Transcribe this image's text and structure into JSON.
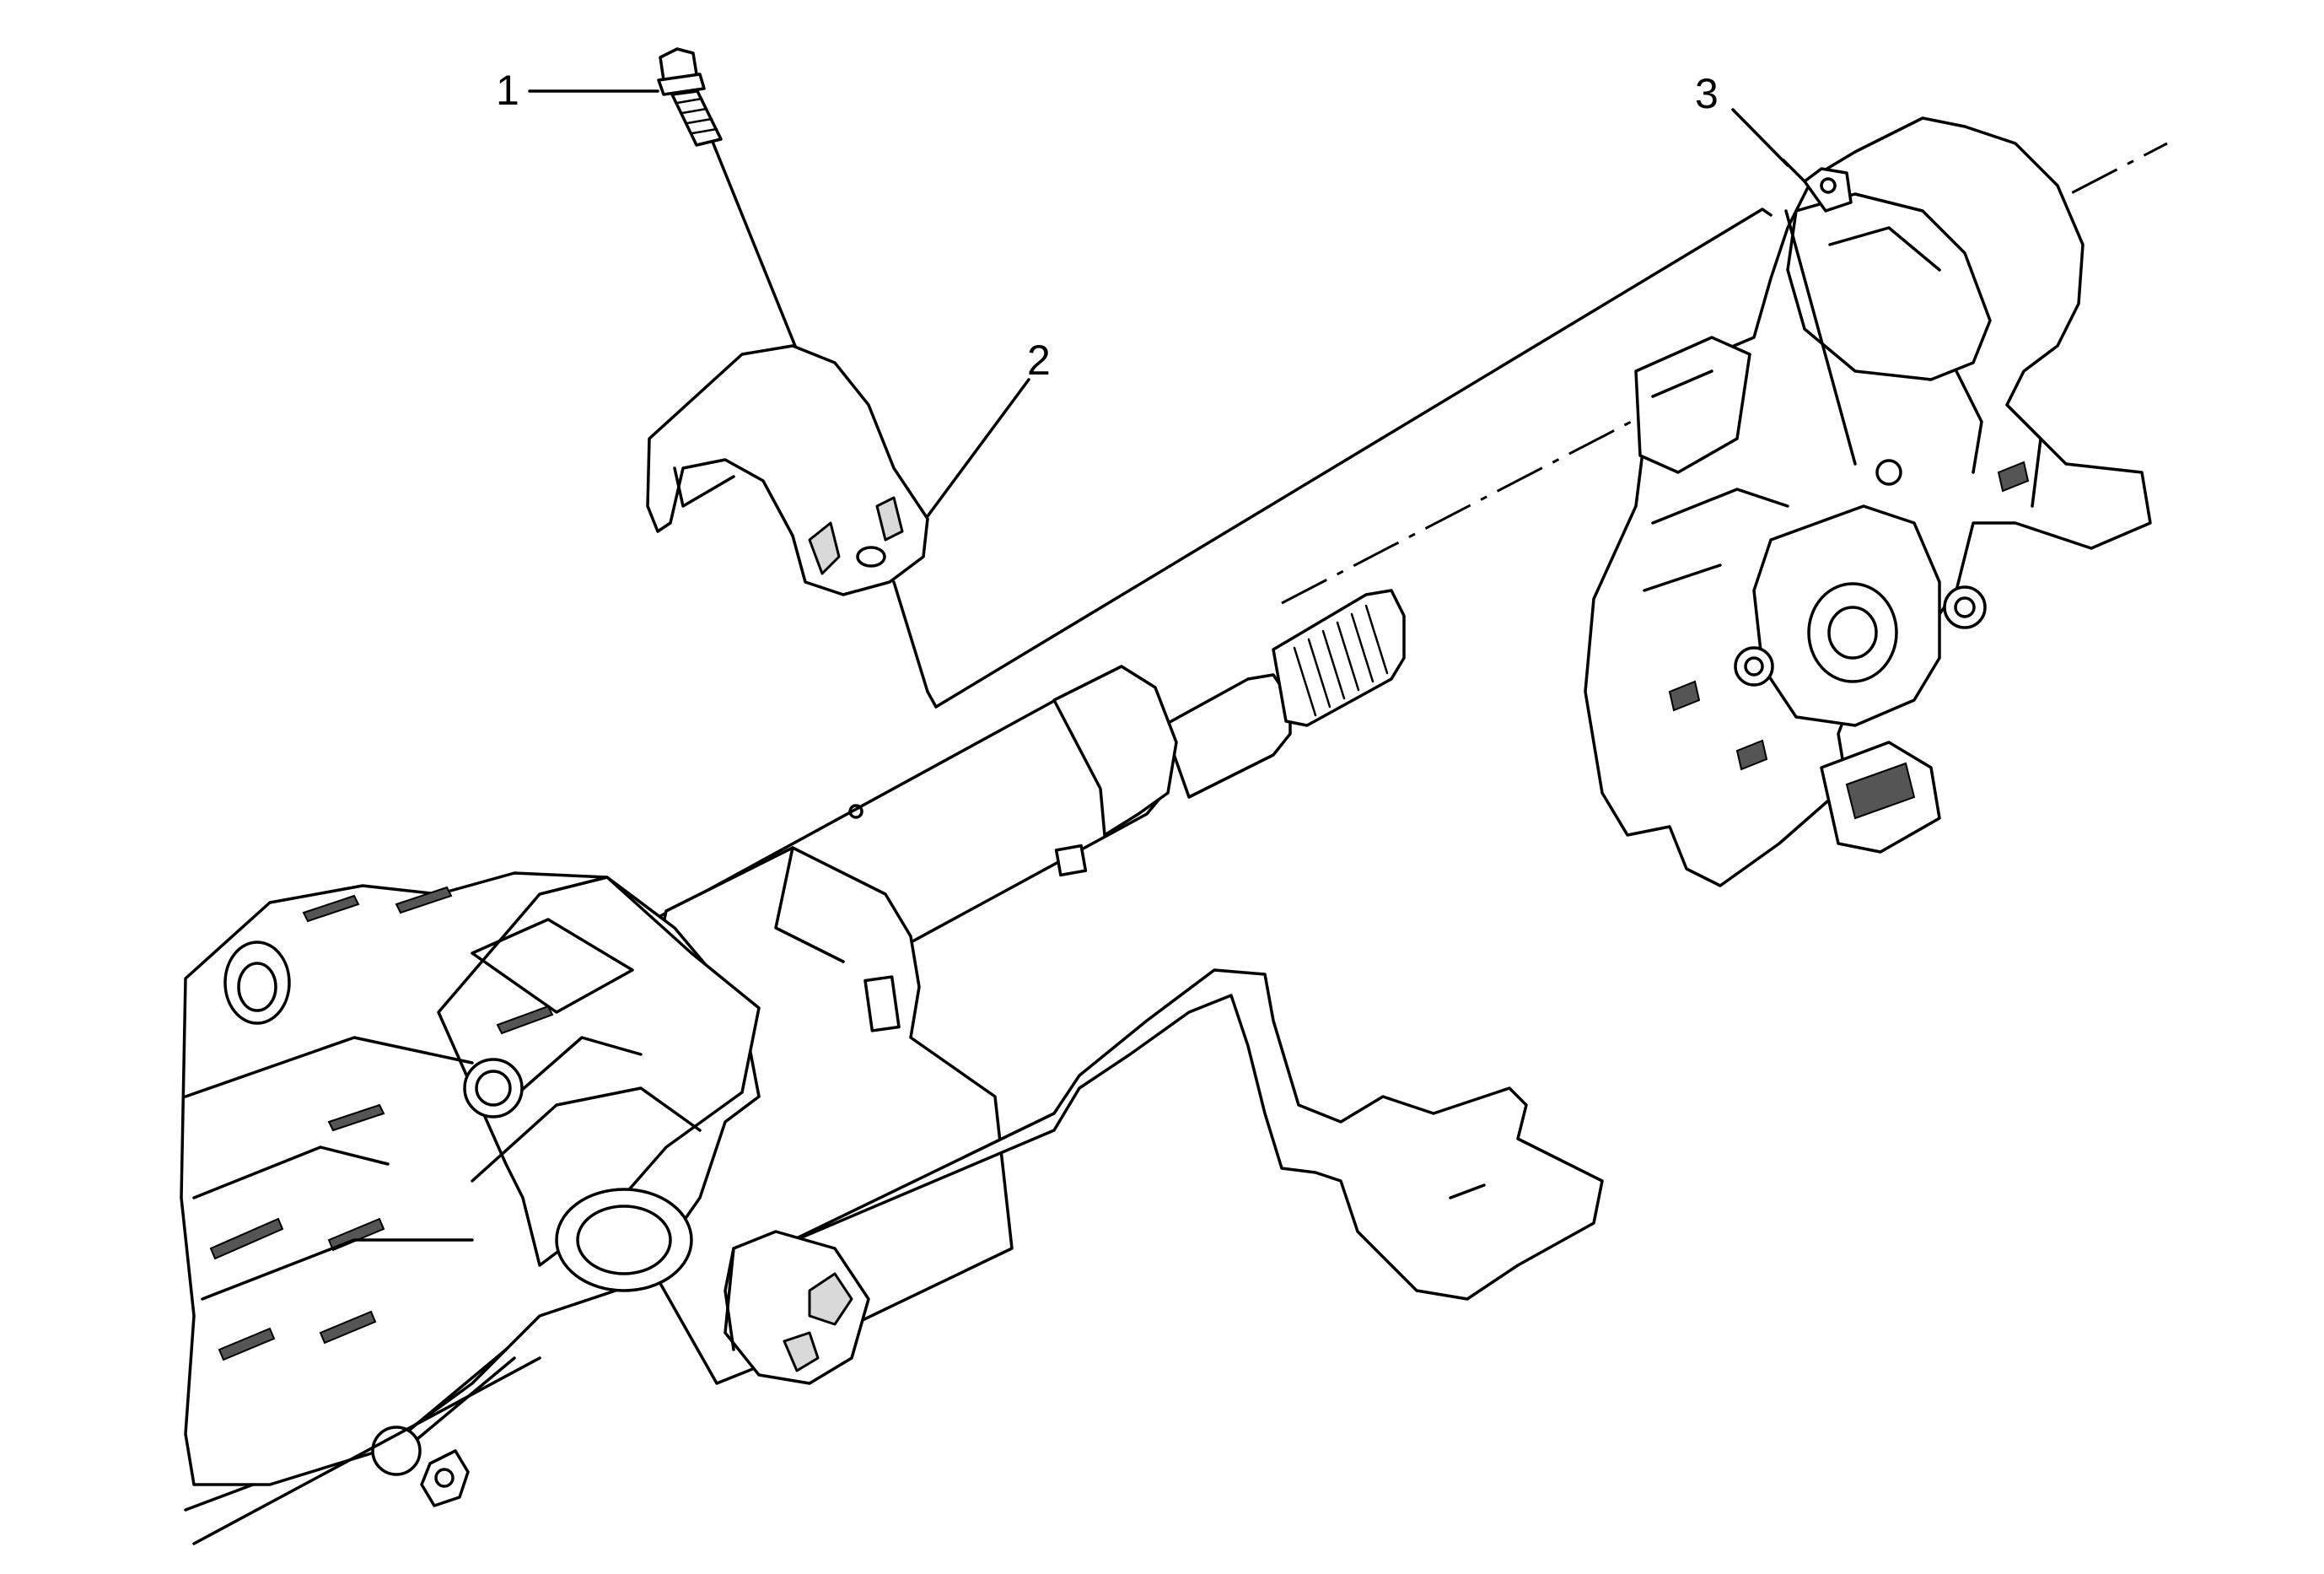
{
  "callouts": [
    {
      "id": "1",
      "label": "1",
      "part": "bolt"
    },
    {
      "id": "2",
      "label": "2",
      "part": "bracket"
    },
    {
      "id": "3",
      "label": "3",
      "part": "ignition-switch-housing"
    }
  ],
  "colors": {
    "line": "#000000",
    "background": "#ffffff",
    "shade": "#d9d9d9"
  }
}
